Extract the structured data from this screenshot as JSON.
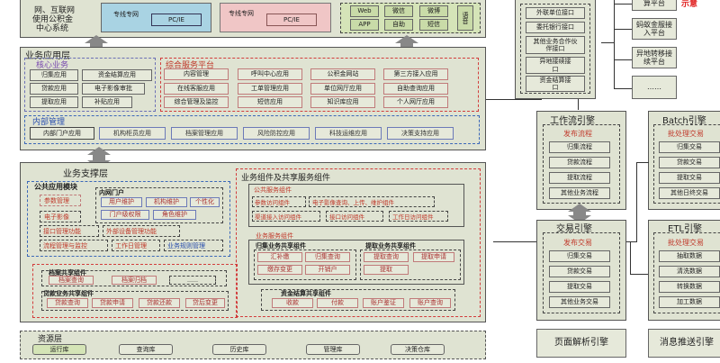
{
  "access": {
    "left_text": [
      "网、互联网",
      "使用公积金",
      "中心系统"
    ],
    "channel_blue": {
      "title": "专线专网",
      "item": "PC/IE"
    },
    "channel_pink": {
      "title": "专线专网",
      "item": "PC/IE"
    },
    "channels": [
      "Web",
      "微信",
      "微博",
      "APP",
      "自助",
      "短信",
      "语音"
    ]
  },
  "app_layer": {
    "title": "业务应用层",
    "core": {
      "title": "核心业务",
      "items": [
        "归集应用",
        "资金结算应用",
        "贷款应用",
        "电子影像审批",
        "提取应用",
        "补贴应用"
      ]
    },
    "platform": {
      "title": "综合服务平台",
      "items": [
        "内容管理",
        "呼叫中心应用",
        "公积金网站",
        "第三方接入应用",
        "在线客服应用",
        "工单管理应用",
        "单位网厅应用",
        "自助查询应用",
        "综合管理及监控",
        "短信应用",
        "知识库应用",
        "个人网厅应用"
      ]
    },
    "internal": {
      "title": "内部管理",
      "items": [
        "内部门户应用",
        "机构柜员应用",
        "档案管理应用",
        "风险防控应用",
        "科技运维应用",
        "决策支持应用"
      ]
    }
  },
  "support_layer": {
    "title": "业务支撑层",
    "public_module": {
      "title": "公共应用模块",
      "items": [
        "参数管理",
        "电子影像",
        "接口管理功能",
        "外部设备管理功能",
        "流程管理与监控",
        "工作日管理",
        "业务规则管理"
      ],
      "intranet": {
        "title": "内网门户",
        "items": [
          "用户维护",
          "机构维护",
          "个性化",
          "门户级权限",
          "角色维护"
        ]
      }
    },
    "archive": {
      "title": "档案共享组件",
      "items": [
        "档案查询",
        "档案归档",
        "……"
      ]
    },
    "loan": {
      "title": "贷款业务共享组件",
      "items": [
        "贷款查询",
        "贷款申请",
        "贷款还款",
        "贷后变更"
      ]
    }
  },
  "components": {
    "title": "业务组件及共享服务组件",
    "public_service": {
      "title": "公共服务组件",
      "items": [
        "参数访问组件",
        "电子影像查询、上传、维护组件",
        "渠道接入访问组件",
        "接口访问组件",
        "工作日访问组件"
      ]
    },
    "biz_service": {
      "title": "业务服务组件"
    },
    "collect": {
      "title": "归集业务共享组件",
      "items": [
        "汇补缴",
        "归集查询",
        "缴存变更",
        "开销户"
      ]
    },
    "withdraw": {
      "title": "提取业务共享组件",
      "items": [
        "提取查询",
        "提取申请",
        "提取"
      ]
    },
    "settlement": {
      "title": "资金结算共享组件",
      "items": [
        "收款",
        "付款",
        "账户鉴证",
        "账户查询"
      ]
    }
  },
  "resource_layer": {
    "title": "资源层",
    "items": [
      "运行库",
      "查询库",
      "历史库",
      "管理库",
      "决策仓库"
    ]
  },
  "interfaces": {
    "items": [
      "外联单位接口",
      "委托银行接口",
      "其他业务合作伙伴接口",
      "异地接续接口",
      "资金结算接口"
    ]
  },
  "external_platforms": [
    "算平台",
    "蚂蚁金服接入平台",
    "异地转移接续平台",
    "……"
  ],
  "red_label": "示意",
  "workflow_engine": {
    "title": "工作流引擎",
    "subtitle": "发布流程",
    "items": [
      "归集流程",
      "贷款流程",
      "提取流程",
      "其他业务流程"
    ]
  },
  "batch_engine": {
    "title": "Batch引擎",
    "subtitle": "批处理交易",
    "items": [
      "归集交易",
      "贷款交易",
      "提取交易",
      "其他日终交易"
    ]
  },
  "trade_engine": {
    "title": "交易引擎",
    "subtitle": "发布交易",
    "items": [
      "归集交易",
      "贷款交易",
      "提取交易",
      "其他业务交易"
    ]
  },
  "etl_engine": {
    "title": "ETL引擎",
    "subtitle": "批处理交易",
    "items": [
      "抽取数据",
      "清洗数据",
      "转换数据",
      "加工数据"
    ]
  },
  "page_engine": "页面解析引擎",
  "message_engine": "消息推送引擎"
}
